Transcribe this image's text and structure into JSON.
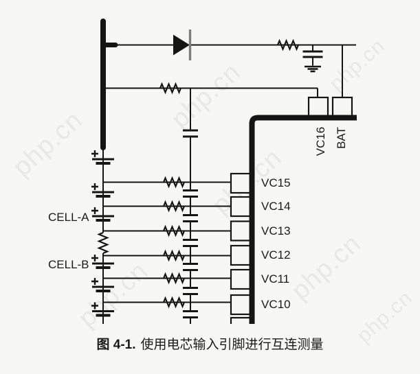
{
  "figure": {
    "caption_prefix": "图 4-1.",
    "caption_text": "使用电芯输入引脚进行互连测量"
  },
  "cells": [
    {
      "label": "CELL-A"
    },
    {
      "label": "CELL-B"
    }
  ],
  "pins": {
    "top": [
      {
        "label": "VC16"
      },
      {
        "label": "BAT"
      }
    ],
    "left": [
      {
        "label": "VC15"
      },
      {
        "label": "VC14"
      },
      {
        "label": "VC13"
      },
      {
        "label": "VC12"
      },
      {
        "label": "VC11"
      },
      {
        "label": "VC10"
      }
    ]
  },
  "watermark": {
    "text": "php.cn"
  },
  "colors": {
    "line": "#151515",
    "bg": "#f7f7f4",
    "cathode": "#7d7d7d",
    "watermark": "#dcdcdc",
    "text": "#1a1a1a"
  }
}
